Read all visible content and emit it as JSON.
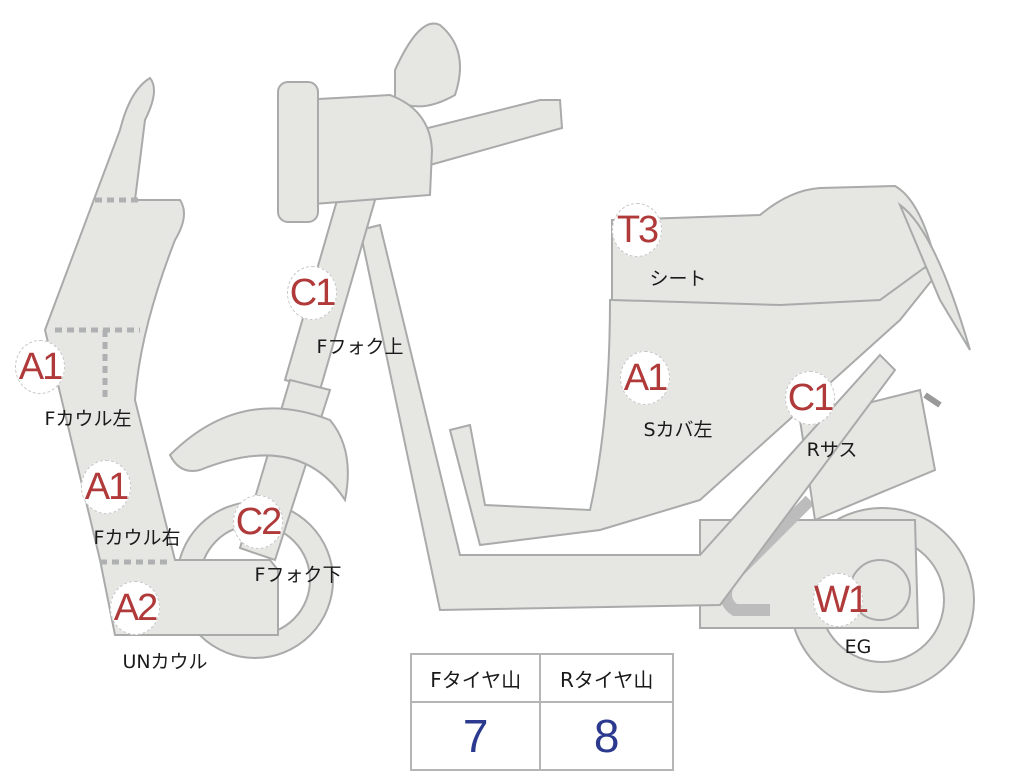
{
  "colors": {
    "grade": "#b0393a",
    "tire_value": "#2b3a8f",
    "part_fill": "#e6e6e3",
    "part_stroke": "#a9abaa"
  },
  "parts": [
    {
      "grade": "A1",
      "label": "Fカウル左"
    },
    {
      "grade": "A1",
      "label": "Fカウル右"
    },
    {
      "grade": "A2",
      "label": "UNカウル"
    },
    {
      "grade": "C1",
      "label": "Fフォク上"
    },
    {
      "grade": "C2",
      "label": "Fフォク下"
    },
    {
      "grade": "T3",
      "label": "シート"
    },
    {
      "grade": "A1",
      "label": "Sカバ左"
    },
    {
      "grade": "C1",
      "label": "Rサス"
    },
    {
      "grade": "W1",
      "label": "EG"
    }
  ],
  "tires": {
    "front_label": "Fタイヤ山",
    "rear_label": "Rタイヤ山",
    "front_value": "7",
    "rear_value": "8"
  }
}
